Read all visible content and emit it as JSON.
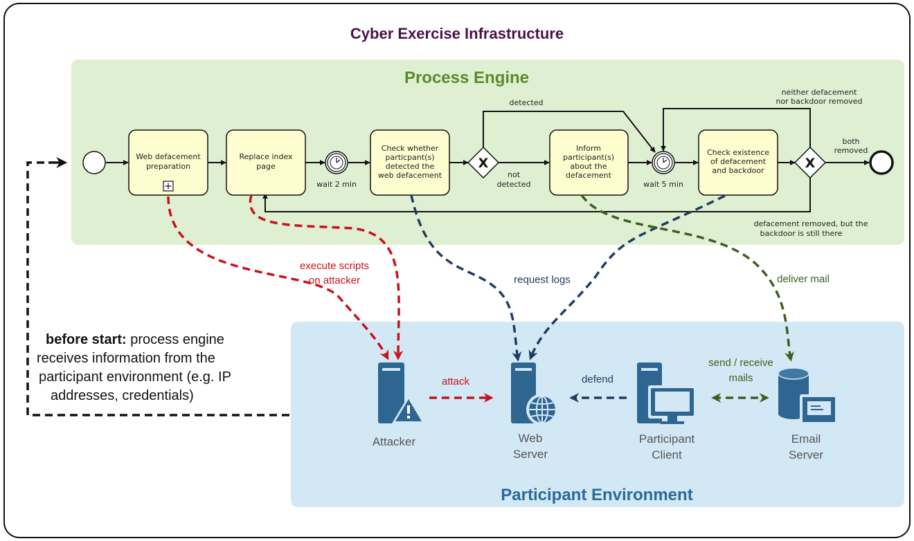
{
  "title": "Cyber Exercise Infrastructure",
  "process_engine": {
    "title": "Process Engine",
    "tasks": [
      {
        "lines": [
          "Web defacement",
          "preparation"
        ]
      },
      {
        "lines": [
          "Replace index",
          "page"
        ]
      },
      {
        "lines": [
          "Check whether",
          "particpant(s)",
          "detected the",
          "web defacement"
        ]
      },
      {
        "lines": [
          "Inform",
          "participant(s)",
          "about the",
          "defacement"
        ]
      },
      {
        "lines": [
          "Check existence",
          "of defacement",
          "and backdoor"
        ]
      }
    ],
    "timer1_label": "wait 2 min",
    "timer2_label": "wait 5 min",
    "flow_detected": "detected",
    "flow_not_detected": [
      "not",
      "detected"
    ],
    "flow_neither": [
      "neither defacement",
      "nor backdoor removed"
    ],
    "flow_both": [
      "both",
      "removed"
    ],
    "flow_defacement_removed": [
      "defacement removed, but the",
      "backdoor is still there"
    ]
  },
  "edges": {
    "execute_scripts": [
      "execute scripts",
      "on attacker"
    ],
    "request_logs": "request logs",
    "deliver_mail": "deliver mail",
    "attack": "attack",
    "defend": "defend",
    "send_receive": [
      "send / receive",
      "mails"
    ]
  },
  "before_start": {
    "bold": "before start:",
    "lines": [
      " process engine",
      "receives information from the",
      "participant environment (e.g. IP",
      "addresses, credentials)"
    ]
  },
  "participant_environment": {
    "title": "Participant Environment",
    "nodes": [
      {
        "lines": [
          "Attacker"
        ]
      },
      {
        "lines": [
          "Web",
          "Server"
        ]
      },
      {
        "lines": [
          "Participant",
          "Client"
        ]
      },
      {
        "lines": [
          "Email",
          "Server"
        ]
      }
    ]
  },
  "colors": {
    "title": "#4a1149",
    "engine_bg": "#dff0d2",
    "engine_title": "#5a8a2a",
    "env_bg": "#d3e8f5",
    "env_title": "#2a6a9a",
    "icon": "#2e6691",
    "red": "#c8111a",
    "navy": "#213c63",
    "green": "#3d5e1e",
    "task_fill": "#fdfdd0"
  }
}
